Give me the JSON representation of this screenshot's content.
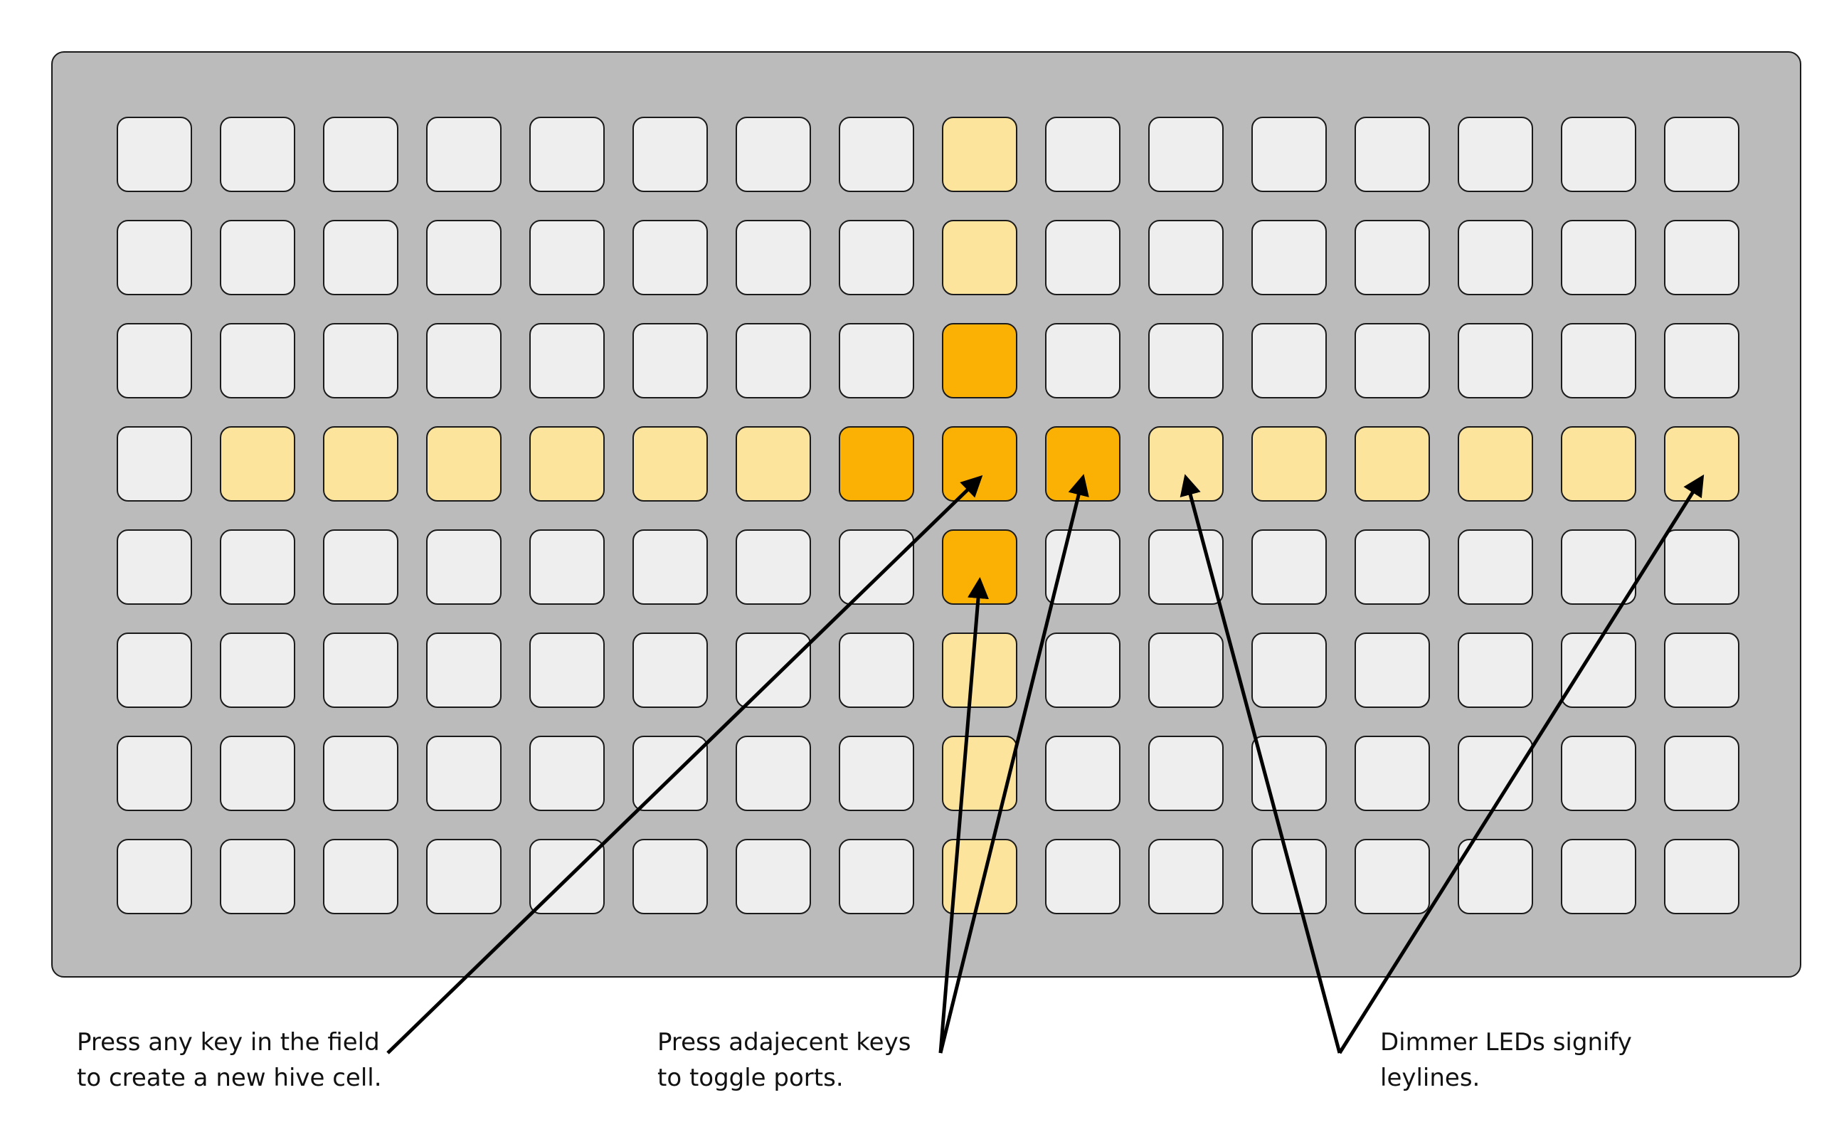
{
  "grid": {
    "columns": 16,
    "rows": 8,
    "colors": {
      "off": "#eeeeee",
      "dim": "#fde49c",
      "bright": "#fbb103",
      "panel": "#bbbbbb",
      "outline": "#1a1a1a"
    },
    "lit_keys": [
      {
        "row": 0,
        "col": 8,
        "state": "dim"
      },
      {
        "row": 1,
        "col": 8,
        "state": "dim"
      },
      {
        "row": 2,
        "col": 8,
        "state": "bright"
      },
      {
        "row": 3,
        "col": 1,
        "state": "dim"
      },
      {
        "row": 3,
        "col": 2,
        "state": "dim"
      },
      {
        "row": 3,
        "col": 3,
        "state": "dim"
      },
      {
        "row": 3,
        "col": 4,
        "state": "dim"
      },
      {
        "row": 3,
        "col": 5,
        "state": "dim"
      },
      {
        "row": 3,
        "col": 6,
        "state": "dim"
      },
      {
        "row": 3,
        "col": 7,
        "state": "bright"
      },
      {
        "row": 3,
        "col": 8,
        "state": "bright"
      },
      {
        "row": 3,
        "col": 9,
        "state": "bright"
      },
      {
        "row": 3,
        "col": 10,
        "state": "dim"
      },
      {
        "row": 3,
        "col": 11,
        "state": "dim"
      },
      {
        "row": 3,
        "col": 12,
        "state": "dim"
      },
      {
        "row": 3,
        "col": 13,
        "state": "dim"
      },
      {
        "row": 3,
        "col": 14,
        "state": "dim"
      },
      {
        "row": 3,
        "col": 15,
        "state": "dim"
      },
      {
        "row": 4,
        "col": 8,
        "state": "bright"
      },
      {
        "row": 5,
        "col": 8,
        "state": "dim"
      },
      {
        "row": 6,
        "col": 8,
        "state": "dim"
      },
      {
        "row": 7,
        "col": 8,
        "state": "dim"
      }
    ]
  },
  "annotations": [
    {
      "id": "new-hive-cell",
      "lines": [
        "Press any key in the field",
        "to create a new hive cell."
      ],
      "targets": [
        {
          "row": 3,
          "col": 8
        }
      ]
    },
    {
      "id": "toggle-ports",
      "lines": [
        "Press adajecent keys",
        "to toggle ports."
      ],
      "targets": [
        {
          "row": 4,
          "col": 8
        },
        {
          "row": 3,
          "col": 9
        }
      ]
    },
    {
      "id": "leylines",
      "lines": [
        "Dimmer LEDs signify",
        "leylines."
      ],
      "targets": [
        {
          "row": 3,
          "col": 10
        },
        {
          "row": 3,
          "col": 15
        }
      ]
    }
  ]
}
